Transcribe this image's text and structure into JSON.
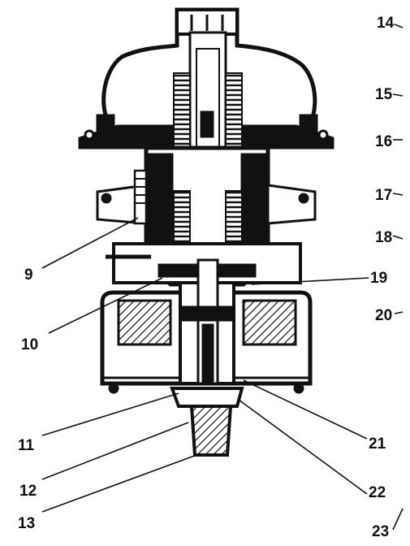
{
  "callouts": [
    {
      "id": "9",
      "text": "9"
    },
    {
      "id": "10",
      "text": "10"
    },
    {
      "id": "11",
      "text": "11"
    },
    {
      "id": "12",
      "text": "12"
    },
    {
      "id": "13",
      "text": "13"
    },
    {
      "id": "14",
      "text": "14"
    },
    {
      "id": "15",
      "text": "15"
    },
    {
      "id": "16",
      "text": "16"
    },
    {
      "id": "17",
      "text": "17"
    },
    {
      "id": "18",
      "text": "18"
    },
    {
      "id": "19",
      "text": "19"
    },
    {
      "id": "20",
      "text": "20"
    },
    {
      "id": "21",
      "text": "21"
    },
    {
      "id": "22",
      "text": "22"
    },
    {
      "id": "23",
      "text": "23"
    }
  ],
  "colors": {
    "ink": "#111111",
    "paper": "#ffffff",
    "metal": "#ffffff",
    "hatch": "#111111"
  }
}
